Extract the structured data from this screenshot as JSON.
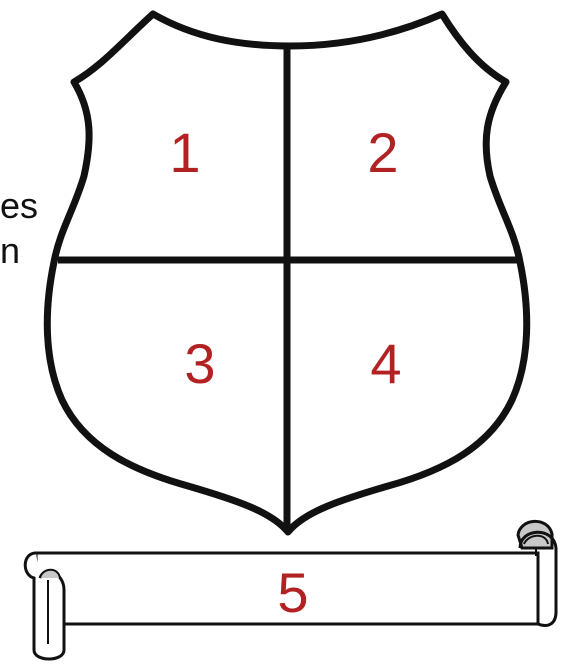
{
  "diagram": {
    "regions": [
      {
        "label": "1"
      },
      {
        "label": "2"
      },
      {
        "label": "3"
      },
      {
        "label": "4"
      }
    ],
    "banner": {
      "label": "5"
    },
    "background_text": {
      "line1_fragment": "es",
      "line2_fragment": "n"
    }
  },
  "colors": {
    "outline": "#111111",
    "number": "#b22222",
    "scroll_curl": "#c8c8c8",
    "background": "#ffffff"
  }
}
